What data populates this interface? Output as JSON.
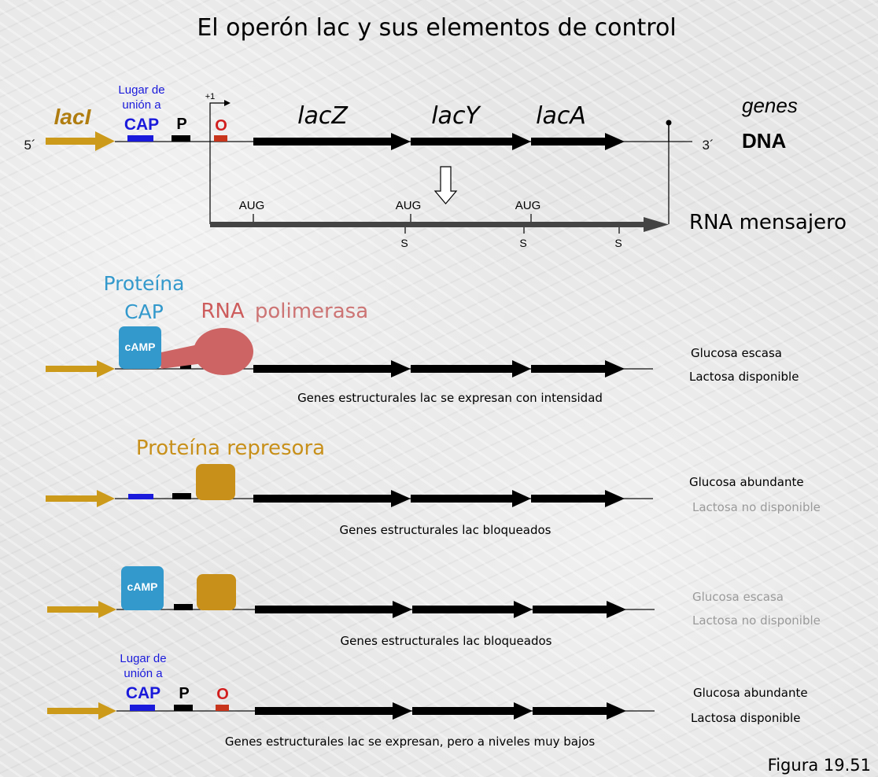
{
  "title": "El operón lac y sus elementos de control",
  "figure_label": "Figura 19.51",
  "colors": {
    "laci_arrow": "#cc9a1a",
    "laci_text": "#b07d10",
    "cap_blue": "#1a1adb",
    "operator_red": "#c8351c",
    "operator_text": "#d21e1e",
    "camp_box": "#3399cc",
    "polymerase": "#cd6464",
    "repressor": "#c8901a",
    "gray_text": "#9a9a9a"
  },
  "top": {
    "laci_label": "lacI",
    "cap_site_line1": "Lugar de",
    "cap_site_line2": "unión a",
    "cap_site_line3": "CAP",
    "promoter": "P",
    "operator": "O",
    "start_plus1": "+1",
    "five_prime": "5´",
    "three_prime": "3´",
    "gene_z": "lacZ",
    "gene_y": "lacY",
    "gene_a": "lacA",
    "genes_label": "genes",
    "dna_label": "DNA",
    "aug": [
      "AUG",
      "AUG",
      "AUG"
    ],
    "stops": [
      "S",
      "S",
      "S"
    ],
    "mrna_label": "RNA mensajero"
  },
  "panel1": {
    "protein_line1": "Proteína",
    "protein_line2": "CAP",
    "rna": "RNA",
    "polimerasa": "polimerasa",
    "camp": "cAMP",
    "condition1": "Glucosa escasa",
    "condition2": "Lactosa disponible",
    "result": "Genes estructurales lac se expresan con intensidad"
  },
  "panel2": {
    "repressor_label": "Proteína represora",
    "condition1": "Glucosa abundante",
    "condition2": "Lactosa no disponible",
    "result": "Genes estructurales lac bloqueados"
  },
  "panel3": {
    "camp": "cAMP",
    "condition1": "Glucosa escasa",
    "condition2": "Lactosa no disponible",
    "result": "Genes estructurales lac bloqueados"
  },
  "panel4": {
    "cap_site_line1": "Lugar de",
    "cap_site_line2": "unión a",
    "cap_site_line3": "CAP",
    "promoter": "P",
    "operator": "O",
    "condition1": "Glucosa abundante",
    "condition2": "Lactosa disponible",
    "result": "Genes estructurales lac se expresan, pero a niveles muy bajos"
  }
}
